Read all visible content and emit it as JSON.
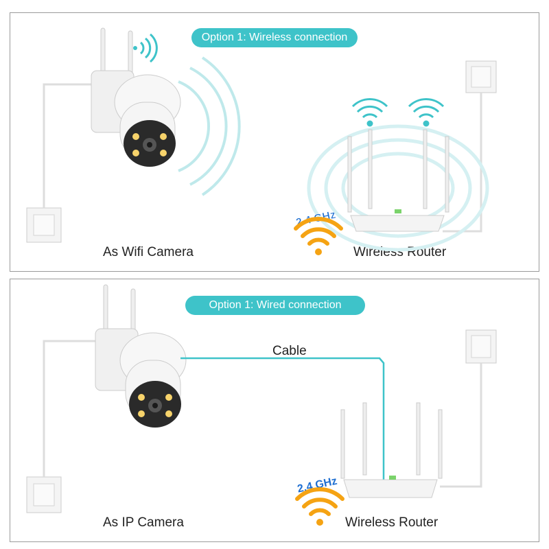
{
  "top": {
    "option_label": "Option 1: Wireless connection",
    "camera_caption": "As Wifi Camera",
    "router_caption": "Wireless Router",
    "band_label": "2.4 GHz"
  },
  "bottom": {
    "option_label": "Option 1: Wired connection",
    "cable_label": "Cable",
    "camera_caption": "As IP Camera",
    "router_caption": "Wireless Router",
    "band_label": "2.4 GHz"
  },
  "colors": {
    "accent": "#3ec3c9",
    "wifi_orange": "#f5a313",
    "band_text": "#1f6fd1"
  }
}
